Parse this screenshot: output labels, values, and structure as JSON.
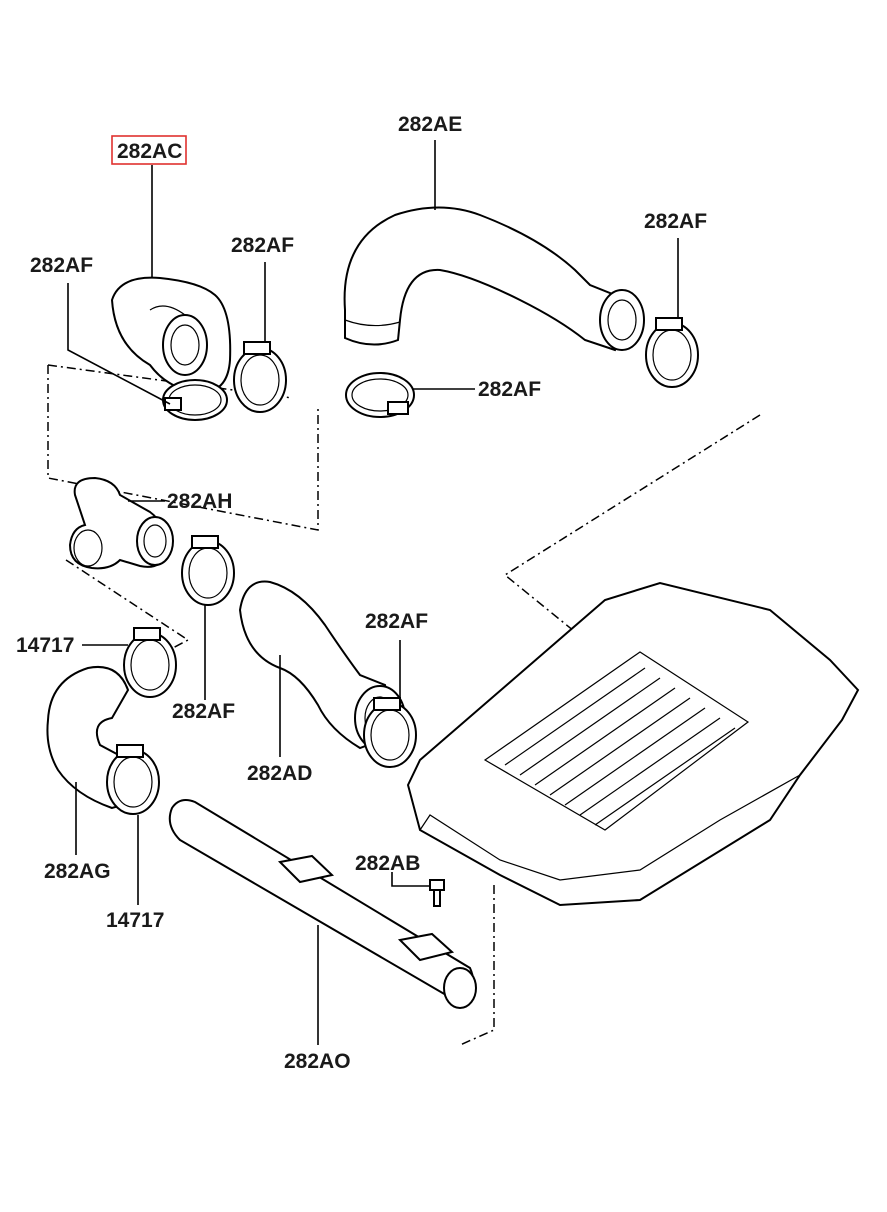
{
  "callouts": {
    "c1": "282AC",
    "c2": "282AE",
    "c3": "282AF",
    "c4": "282AF",
    "c5": "282AF",
    "c6": "282AF",
    "c7": "282AH",
    "c8": "14717",
    "c9": "282AF",
    "c10": "282AF",
    "c11": "282AD",
    "c12": "282AG",
    "c13": "14717",
    "c14": "282AB",
    "c15": "282AO"
  },
  "highlight_color": "#e0312f"
}
